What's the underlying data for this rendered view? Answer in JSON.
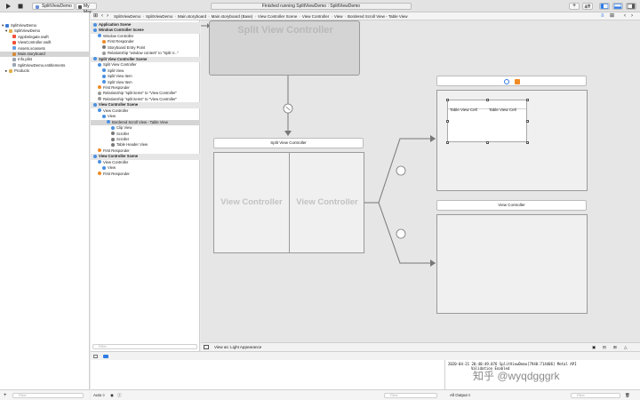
{
  "toolbar": {
    "scheme": "SplitViewDemo",
    "destination": "My Mac",
    "status": "Finished running SplitViewDemo : SplitViewDemo"
  },
  "navigator": {
    "items": [
      {
        "label": "SplitViewDemo",
        "indent": 0,
        "kind": "project",
        "disclosure": "▾"
      },
      {
        "label": "SplitViewDemo",
        "indent": 1,
        "kind": "folder",
        "disclosure": "▾"
      },
      {
        "label": "AppDelegate.swift",
        "indent": 2,
        "kind": "swift",
        "disclosure": ""
      },
      {
        "label": "ViewController.swift",
        "indent": 2,
        "kind": "swift",
        "disclosure": ""
      },
      {
        "label": "Assets.xcassets",
        "indent": 2,
        "kind": "assets",
        "disclosure": ""
      },
      {
        "label": "Main.storyboard",
        "indent": 2,
        "kind": "storyboard",
        "disclosure": "",
        "selected": true
      },
      {
        "label": "Info.plist",
        "indent": 2,
        "kind": "plist",
        "disclosure": ""
      },
      {
        "label": "SplitViewDemo.entitlements",
        "indent": 2,
        "kind": "plist",
        "disclosure": ""
      },
      {
        "label": "Products",
        "indent": 1,
        "kind": "folder",
        "disclosure": "▸"
      }
    ],
    "filter_placeholder": "Filter"
  },
  "jumpbar": {
    "crumbs": [
      "SplitViewDemo",
      "SplitViewDemo",
      "Main.storyboard",
      "Main.storyboard (Base)",
      "View Controller Scene",
      "View Controller",
      "View",
      "Bordered Scroll View - Table View"
    ]
  },
  "outline": {
    "rows": [
      {
        "label": "Application Scene",
        "indent": 0,
        "scene": true,
        "icon": "#4a90e2"
      },
      {
        "label": "Window Controller Scene",
        "indent": 0,
        "scene": true,
        "icon": "#4a90e2"
      },
      {
        "label": "Window Controller",
        "indent": 1,
        "icon": "#4a90e2"
      },
      {
        "label": "First Responder",
        "indent": 2,
        "icon": "#f08a24"
      },
      {
        "label": "Storyboard Entry Point",
        "indent": 2,
        "icon": "#777777"
      },
      {
        "label": "Relationship \"window content\" to \"Split V...\"",
        "indent": 2,
        "icon": "#999999"
      },
      {
        "label": "Split View Controller Scene",
        "indent": 0,
        "scene": true,
        "icon": "#4a90e2"
      },
      {
        "label": "Split View Controller",
        "indent": 1,
        "icon": "#4a90e2"
      },
      {
        "label": "Split View",
        "indent": 2,
        "icon": "#4a90e2"
      },
      {
        "label": "Split View Item",
        "indent": 2,
        "icon": "#4a90e2"
      },
      {
        "label": "Split View Item",
        "indent": 2,
        "icon": "#4a90e2"
      },
      {
        "label": "First Responder",
        "indent": 1,
        "icon": "#f08a24"
      },
      {
        "label": "Relationship \"split items\" to \"View Controller\"",
        "indent": 1,
        "icon": "#999999"
      },
      {
        "label": "Relationship \"split items\" to \"View Controller\"",
        "indent": 1,
        "icon": "#999999"
      },
      {
        "label": "View Controller Scene",
        "indent": 0,
        "scene": true,
        "icon": "#4a90e2"
      },
      {
        "label": "View Controller",
        "indent": 1,
        "icon": "#4a90e2"
      },
      {
        "label": "View",
        "indent": 2,
        "icon": "#4a90e2"
      },
      {
        "label": "Bordered Scroll View - Table View",
        "indent": 3,
        "icon": "#4a90e2",
        "selected": true
      },
      {
        "label": "Clip View",
        "indent": 4,
        "icon": "#4a90e2"
      },
      {
        "label": "Scroller",
        "indent": 4,
        "icon": "#777777"
      },
      {
        "label": "Scroller",
        "indent": 4,
        "icon": "#777777"
      },
      {
        "label": "Table Header View",
        "indent": 4,
        "icon": "#777777"
      },
      {
        "label": "First Responder",
        "indent": 1,
        "icon": "#f08a24"
      },
      {
        "label": "View Controller Scene",
        "indent": 0,
        "scene": true,
        "icon": "#4a90e2"
      },
      {
        "label": "View Controller",
        "indent": 1,
        "icon": "#4a90e2"
      },
      {
        "label": "View",
        "indent": 2,
        "icon": "#4a90e2"
      },
      {
        "label": "First Responder",
        "indent": 1,
        "icon": "#f08a24"
      }
    ],
    "filter_placeholder": "Filter"
  },
  "canvas": {
    "split_vc_title_top": "Split View Controller",
    "split_vc_title": "Split View Controller",
    "left_pane_label": "View Controller",
    "right_pane_label": "View Controller",
    "table_col1": "Table View Cell",
    "table_col2": "Table View Cell",
    "vc_scene_title": "View Controller",
    "appearance": "View as: Light Appearance"
  },
  "console": {
    "auto_label": "Auto ◊",
    "filter_placeholder": "Filter",
    "output_label": "All Output ◊",
    "log_line1": "2020-04-21 20:40:49.076 SplitViewDemo[7948:714406] Metal API",
    "log_line2": "Validation Enabled"
  },
  "watermark": "知乎 @wyqdgggrk",
  "colors": {
    "accent": "#2f7ae5",
    "segue": "#777777",
    "selection": "#d5d5d5"
  }
}
